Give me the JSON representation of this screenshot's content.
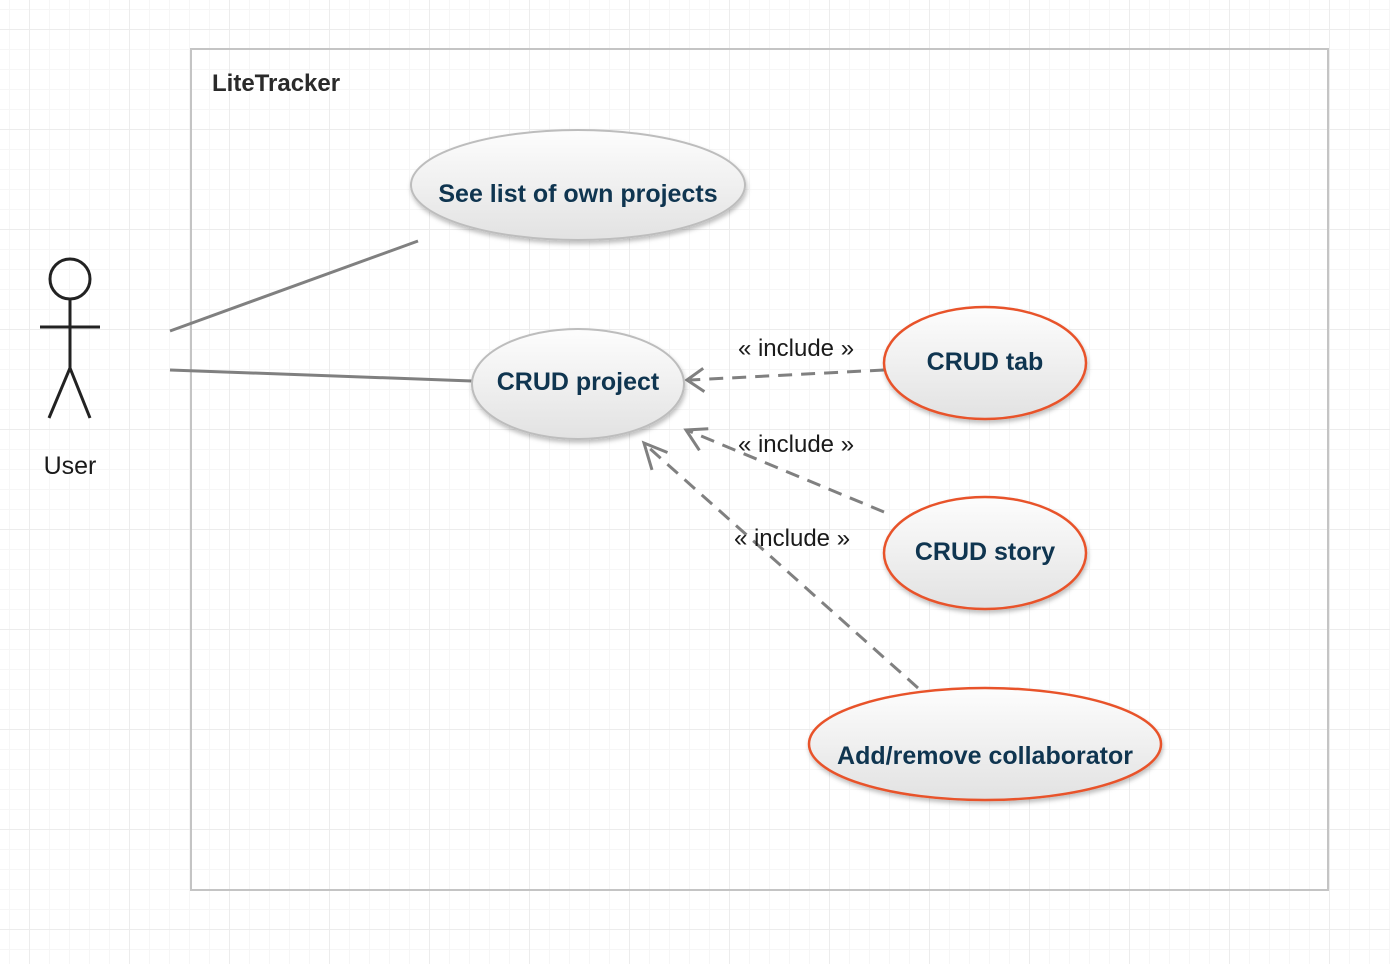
{
  "system": {
    "title": "LiteTracker"
  },
  "actor": {
    "label": "User"
  },
  "use_cases": {
    "see_projects": "See list of own projects",
    "crud_project": "CRUD project",
    "crud_tab": "CRUD tab",
    "crud_story": "CRUD story",
    "add_remove_collaborator": "Add/remove collaborator"
  },
  "relations": {
    "include_tab": "« include »",
    "include_story": "« include »",
    "include_collaborator": "« include »"
  },
  "colors": {
    "use_case_text": "#0f3550",
    "included_use_case_border": "#e8532a",
    "default_use_case_border": "#bdbdbd",
    "connector": "#808080"
  }
}
